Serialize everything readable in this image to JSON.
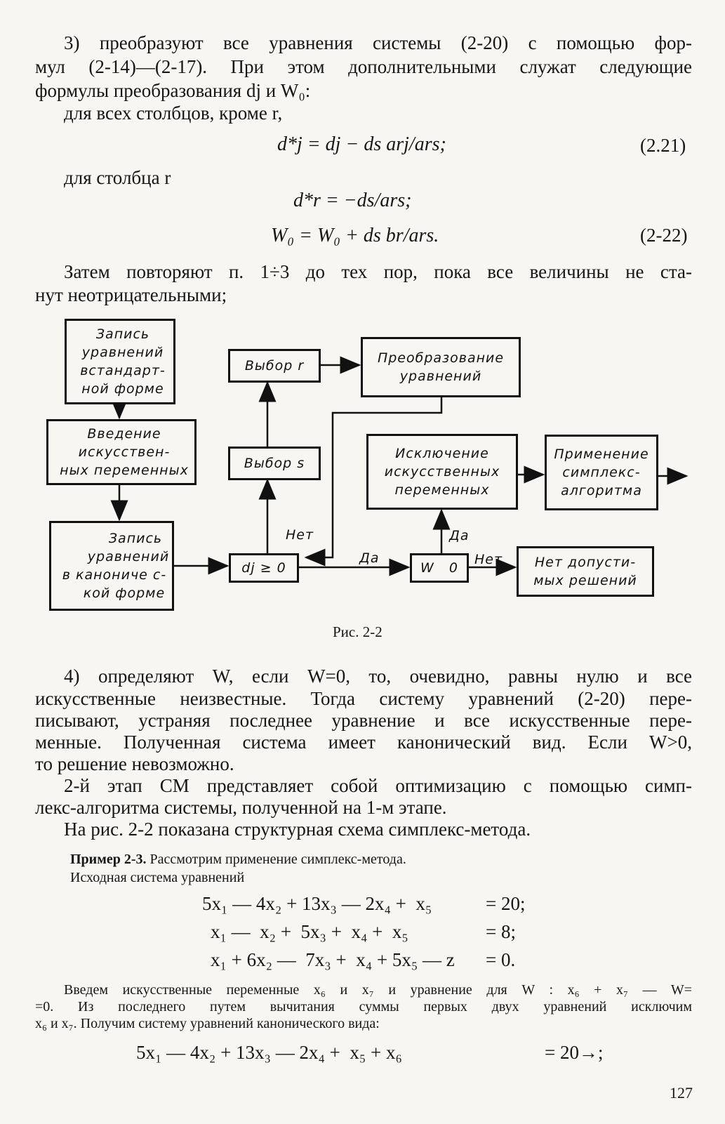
{
  "top_paragraph": {
    "line1": "3) преобразуют все уравнения системы (2-20) с помощью фор-",
    "line2": "мул (2-14)—(2-17). При этом дополнительными служат следующие",
    "line3": "формулы преобразования dj и W₀:",
    "line4": "для всех столбцов, кроме r,"
  },
  "formula_221": {
    "expr": "d*j = dj − ds arj/ars;",
    "num": "(2.21)"
  },
  "label_column_r": "для столбца r",
  "formula_222a": {
    "expr": "d*r = −ds/ars;"
  },
  "formula_222b": {
    "expr": "W₀ = W₀ + ds br/ars.",
    "num": "(2-22)"
  },
  "repeat_paragraph": {
    "line1": "Затем повторяют п. 1÷3 до тех пор, пока все величины не ста-",
    "line2": "нут неотрицательными;"
  },
  "diagram": {
    "box_record_standard": [
      "Запись",
      "уравнений",
      "встандарт-",
      "ной форме"
    ],
    "box_intro_artificial": [
      "Введение",
      "искусствен-",
      "ных переменных"
    ],
    "box_record_canonical": [
      "Запись",
      "уравнений",
      "в канониче с-",
      "кой форме"
    ],
    "box_choose_r": "Выбор r",
    "box_choose_s": "Выбор s",
    "box_transform": [
      "Преобразование",
      "уравнений"
    ],
    "box_dj": "dj ≥ 0",
    "box_w": "W   0",
    "box_exclude": [
      "Исключение",
      "искусственных",
      "переменных"
    ],
    "box_apply_simplex": [
      "Применение",
      "симплекс-",
      "алгоритма"
    ],
    "box_no_solutions": [
      "Нет допусти-",
      "мых решений"
    ],
    "label_net_1": "Нет",
    "label_da_1": "Да",
    "label_da_2": "Да",
    "label_net_2": "Нет"
  },
  "figure_caption": "Рис. 2-2",
  "para4": {
    "line1": "4) определяют W, если W=0, то, очевидно, равны нулю и все",
    "line2": "искусственные неизвестные. Тогда систему уравнений (2-20) пере-",
    "line3": "писывают, устраняя последнее уравнение и все искусственные пере-",
    "line4": "менные. Полученная система имеет канонический вид. Если W>0,",
    "line5": "то решение невозможно."
  },
  "para_stage2": {
    "line1": "2-й этап СМ представляет собой оптимизацию с помощью симп-",
    "line2": "лекс-алгоритма системы, полученной на 1-м этапе."
  },
  "para_fig": "На рис. 2-2 показана структурная схема симплекс-метода.",
  "example": {
    "title_bold": "Пример 2-3.",
    "title_rest": " Рассмотрим применение симплекс-метода.",
    "line2": "Исходная система уравнений"
  },
  "system1": {
    "eq1_left": "5x₁ — 4x₂ + 13x₃ — 2x₄ +  x₅",
    "eq1_right": "= 20;",
    "eq2_left": "x₁ —  x₂ +  5x₃ +  x₄ +  x₅",
    "eq2_right": "= 8;",
    "eq3_left": "x₁ + 6x₂ —  7x₃ +  x₄ + 5x₅ — z",
    "eq3_right": "= 0."
  },
  "intro_artificial": {
    "line1": "Введем искусственные переменные x₆ и x₇ и уравнение для W : x₆ + x₇ — W=",
    "line2": "=0. Из последнего путем вычитания суммы первых двух уравнений исключим",
    "line3": "x₆ и x₇. Получим систему уравнений канонического вида:"
  },
  "system2": {
    "eq1_left": "5x₁ — 4x₂ + 13x₃ — 2x₄ +  x₅ + x₆",
    "eq1_right": "= 20→;"
  },
  "page_number": "127"
}
